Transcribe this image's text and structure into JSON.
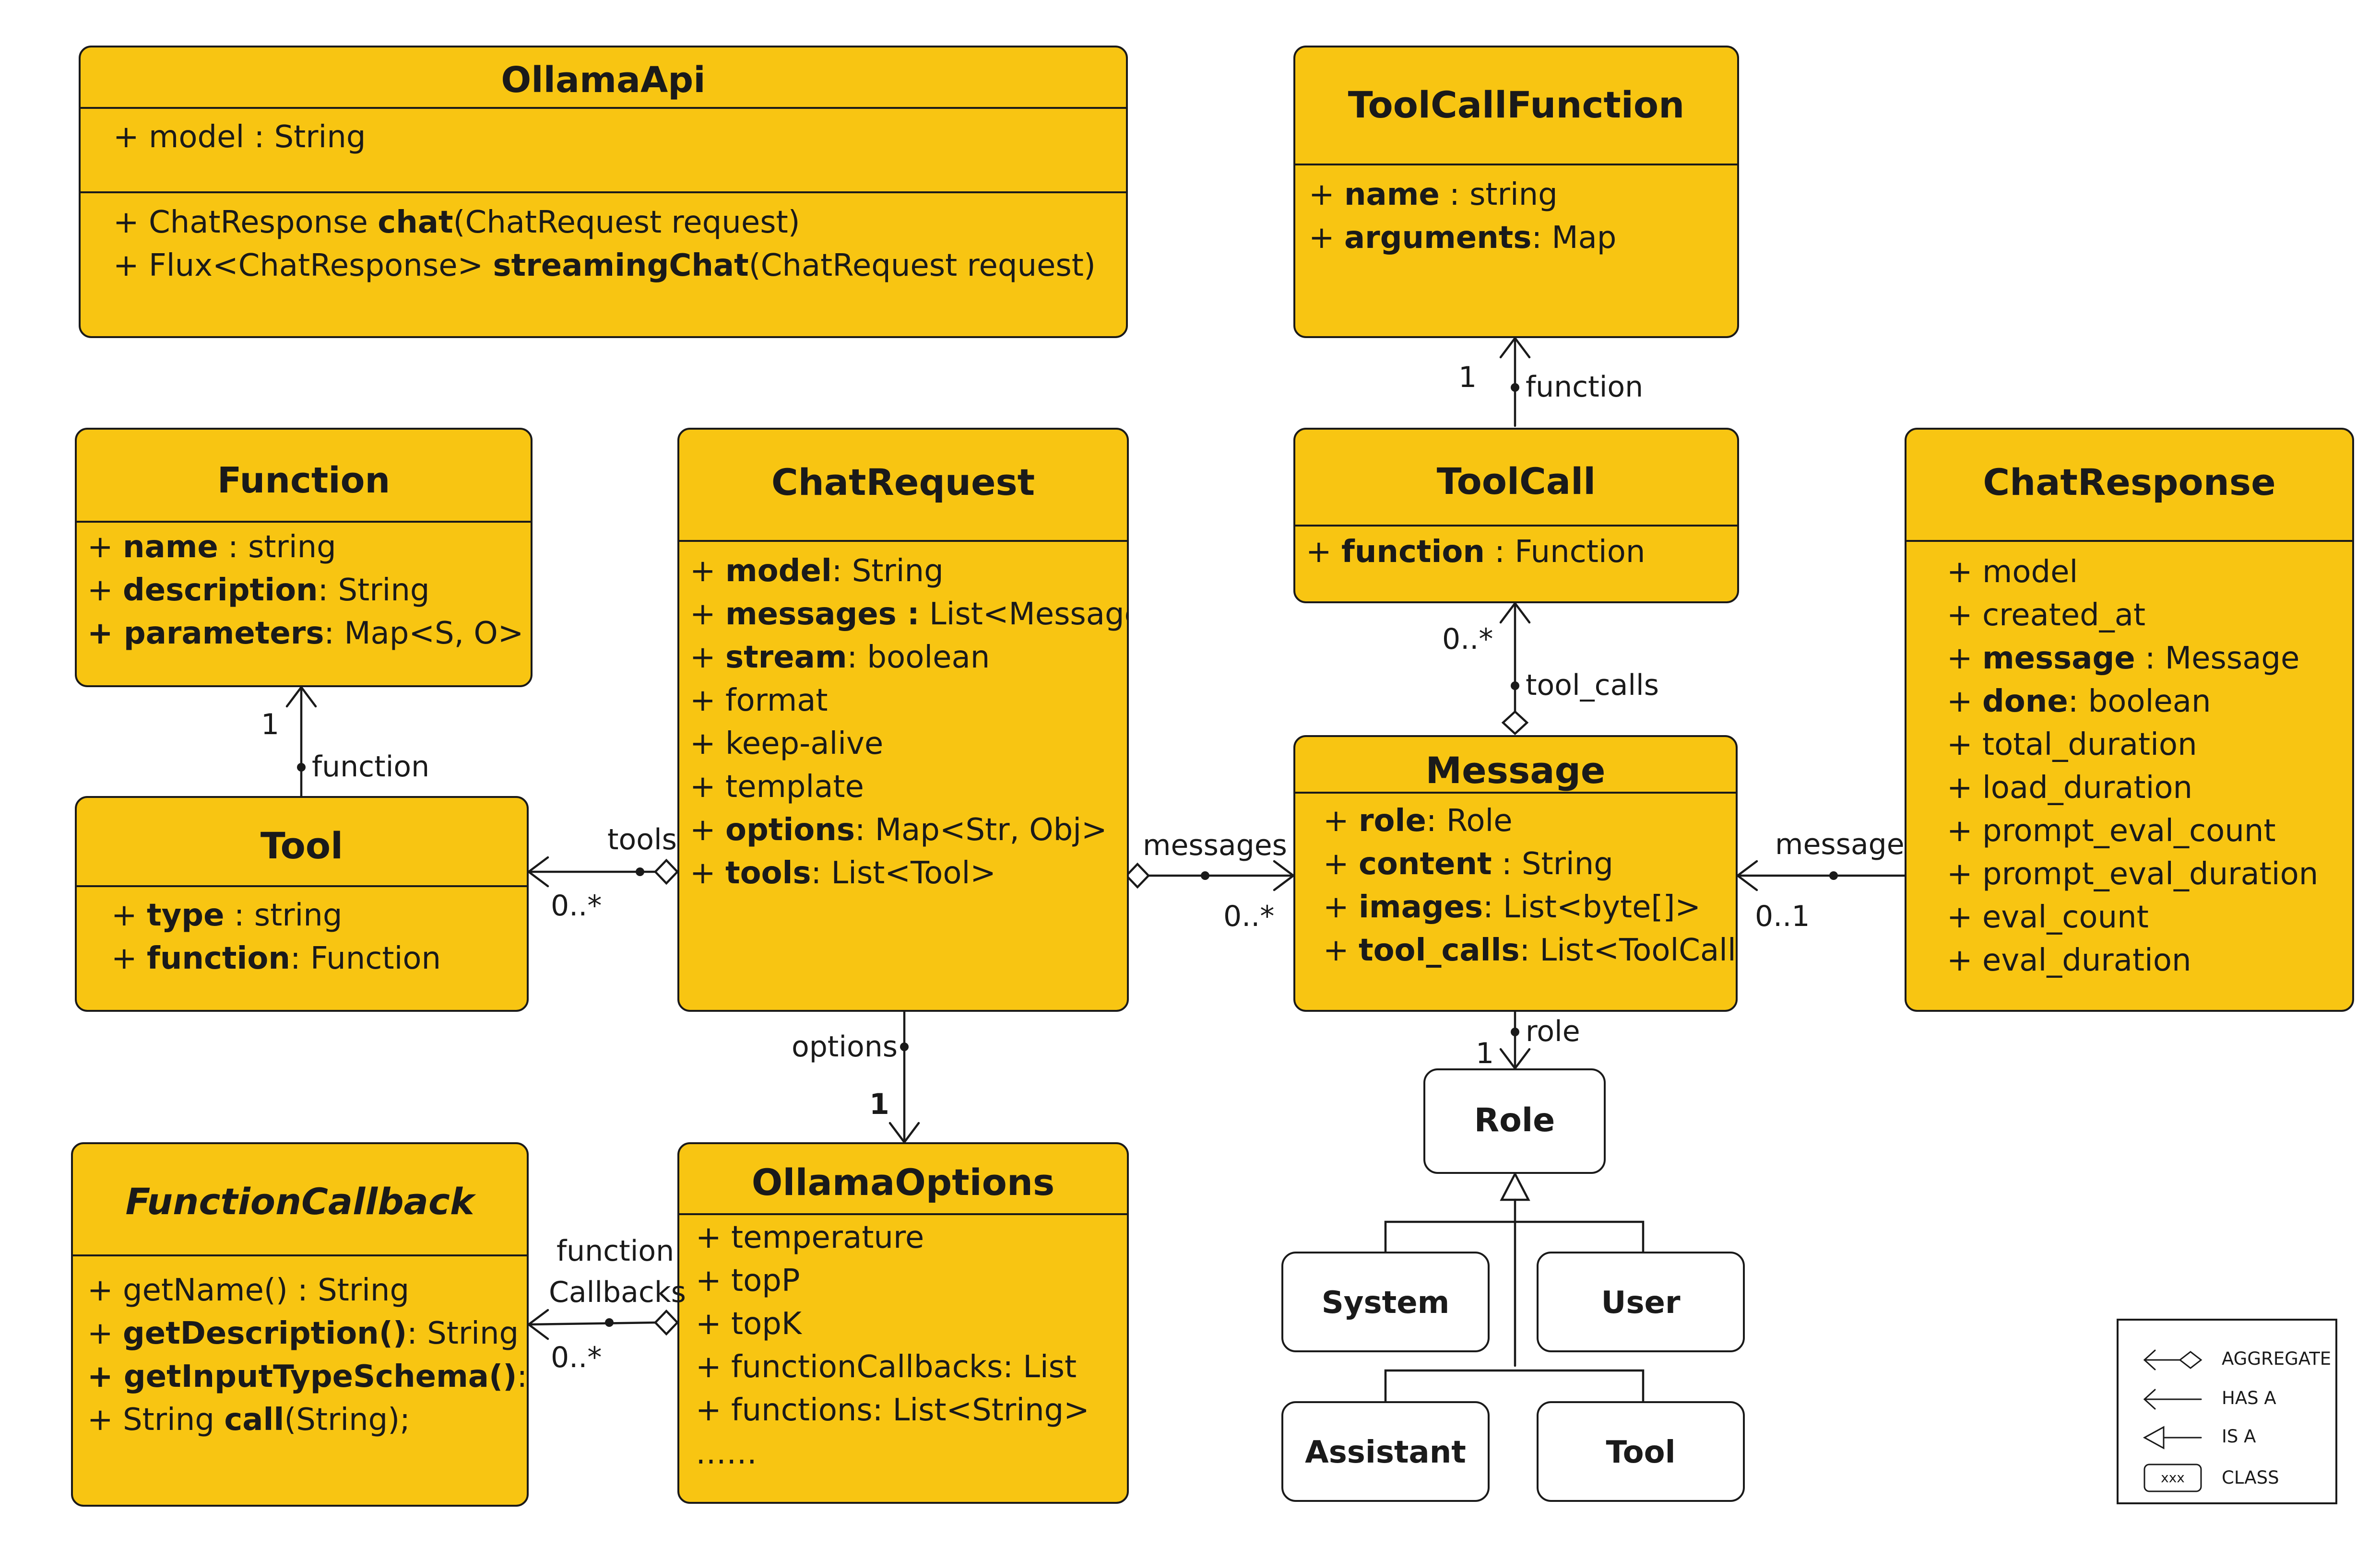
{
  "classes": {
    "ollama_api": {
      "name": "OllamaApi",
      "attrs": [
        [
          {
            "t": "+ model : String"
          }
        ]
      ],
      "methods": [
        [
          {
            "t": "+ ChatResponse "
          },
          {
            "t": "chat",
            "b": true
          },
          {
            "t": "(ChatRequest request)"
          }
        ],
        [
          {
            "t": "+ Flux<ChatResponse> "
          },
          {
            "t": "streamingChat",
            "b": true
          },
          {
            "t": "(ChatRequest request)"
          }
        ]
      ]
    },
    "tool_call_function": {
      "name": "ToolCallFunction",
      "attrs": [
        [
          {
            "t": "+ "
          },
          {
            "t": "name",
            "b": true
          },
          {
            "t": " : string"
          }
        ],
        [
          {
            "t": "+ "
          },
          {
            "t": "arguments",
            "b": true
          },
          {
            "t": ": Map"
          }
        ]
      ]
    },
    "function": {
      "name": "Function",
      "attrs": [
        [
          {
            "t": "+ "
          },
          {
            "t": "name",
            "b": true
          },
          {
            "t": " : string"
          }
        ],
        [
          {
            "t": "+ "
          },
          {
            "t": "description",
            "b": true
          },
          {
            "t": ": String"
          }
        ],
        [
          {
            "t": "+ parameters",
            "b": true
          },
          {
            "t": ": Map<S, O>"
          }
        ]
      ]
    },
    "chat_request": {
      "name": "ChatRequest",
      "attrs": [
        [
          {
            "t": "+ "
          },
          {
            "t": "model",
            "b": true
          },
          {
            "t": ": String"
          }
        ],
        [
          {
            "t": "+ "
          },
          {
            "t": "messages :",
            "b": true
          },
          {
            "t": " List<Message>"
          }
        ],
        [
          {
            "t": "+ "
          },
          {
            "t": "stream",
            "b": true
          },
          {
            "t": ": boolean"
          }
        ],
        [
          {
            "t": "+ format"
          }
        ],
        [
          {
            "t": "+ keep-alive"
          }
        ],
        [
          {
            "t": "+ template"
          }
        ],
        [
          {
            "t": "+ "
          },
          {
            "t": "options",
            "b": true
          },
          {
            "t": ": Map<Str, Obj>"
          }
        ],
        [
          {
            "t": "+ "
          },
          {
            "t": "tools",
            "b": true
          },
          {
            "t": ": List<Tool>"
          }
        ]
      ]
    },
    "tool_call": {
      "name": "ToolCall",
      "attrs": [
        [
          {
            "t": "+ "
          },
          {
            "t": "function",
            "b": true
          },
          {
            "t": " : Function"
          }
        ]
      ]
    },
    "chat_response": {
      "name": "ChatResponse",
      "attrs": [
        [
          {
            "t": "+ model"
          }
        ],
        [
          {
            "t": "+ created_at"
          }
        ],
        [
          {
            "t": "+ "
          },
          {
            "t": "message",
            "b": true
          },
          {
            "t": " : Message"
          }
        ],
        [
          {
            "t": "+ "
          },
          {
            "t": "done",
            "b": true
          },
          {
            "t": ": boolean"
          }
        ],
        [
          {
            "t": "+ total_duration"
          }
        ],
        [
          {
            "t": "+ load_duration"
          }
        ],
        [
          {
            "t": "+ prompt_eval_count"
          }
        ],
        [
          {
            "t": "+ prompt_eval_duration"
          }
        ],
        [
          {
            "t": "+ eval_count"
          }
        ],
        [
          {
            "t": "+ eval_duration"
          }
        ]
      ]
    },
    "tool": {
      "name": "Tool",
      "attrs": [
        [
          {
            "t": "+ "
          },
          {
            "t": "type",
            "b": true
          },
          {
            "t": " : string"
          }
        ],
        [
          {
            "t": "+ "
          },
          {
            "t": "function",
            "b": true
          },
          {
            "t": ": Function"
          }
        ]
      ]
    },
    "message": {
      "name": "Message",
      "attrs": [
        [
          {
            "t": "+ "
          },
          {
            "t": "role",
            "b": true
          },
          {
            "t": ": Role"
          }
        ],
        [
          {
            "t": "+ "
          },
          {
            "t": "content",
            "b": true
          },
          {
            "t": " : String"
          }
        ],
        [
          {
            "t": "+ "
          },
          {
            "t": "images",
            "b": true
          },
          {
            "t": ": List<byte[]>"
          }
        ],
        [
          {
            "t": "+ "
          },
          {
            "t": "tool_calls",
            "b": true
          },
          {
            "t": ": List<ToolCall>"
          }
        ]
      ]
    },
    "function_callback": {
      "name": "FunctionCallback",
      "attrs": [
        [
          {
            "t": "+ getName() : String"
          }
        ],
        [
          {
            "t": "+ "
          },
          {
            "t": "getDescription()",
            "b": true
          },
          {
            "t": ": String"
          }
        ],
        [
          {
            "t": "+ getInputTypeSchema()",
            "b": true
          },
          {
            "t": ": Str"
          }
        ],
        [
          {
            "t": "+ String "
          },
          {
            "t": "call",
            "b": true
          },
          {
            "t": "(String);"
          }
        ]
      ]
    },
    "ollama_options": {
      "name": "OllamaOptions",
      "attrs": [
        [
          {
            "t": "+ temperature"
          }
        ],
        [
          {
            "t": "+ topP"
          }
        ],
        [
          {
            "t": "+ topK"
          }
        ],
        [
          {
            "t": "+ functionCallbacks: List"
          }
        ],
        [
          {
            "t": "+ functions: List<String>"
          }
        ],
        [
          {
            "t": "……"
          }
        ]
      ]
    },
    "role": {
      "name": "Role"
    },
    "system": {
      "name": "System"
    },
    "user": {
      "name": "User"
    },
    "assistant": {
      "name": "Assistant"
    },
    "tool_role": {
      "name": "Tool"
    }
  },
  "relations": {
    "tcf_function": {
      "label": "function",
      "mult": "1"
    },
    "tc_tool_calls": {
      "label": "tool_calls",
      "mult": "0..*"
    },
    "tool_function": {
      "label": "function",
      "mult": "1"
    },
    "cr_tools": {
      "label": "tools",
      "mult": "0..*"
    },
    "cr_messages": {
      "label": "messages",
      "mult": "0..*"
    },
    "resp_message": {
      "label": "message",
      "mult": "0..1"
    },
    "msg_role": {
      "label": "role",
      "mult": "1"
    },
    "cr_options": {
      "label": "options",
      "mult": "1"
    },
    "opt_callbacks": {
      "label_1": "function",
      "label_2": "Callbacks",
      "mult": "0..*"
    }
  },
  "legend": {
    "aggregate": "AGGREGATE",
    "has_a": "HAS A",
    "is_a": "IS A",
    "class_symbol": "xxx",
    "class": "CLASS"
  },
  "colors": {
    "class_fill": "#F8C512",
    "outline": "#1a1a1a",
    "background": "#ffffff"
  }
}
